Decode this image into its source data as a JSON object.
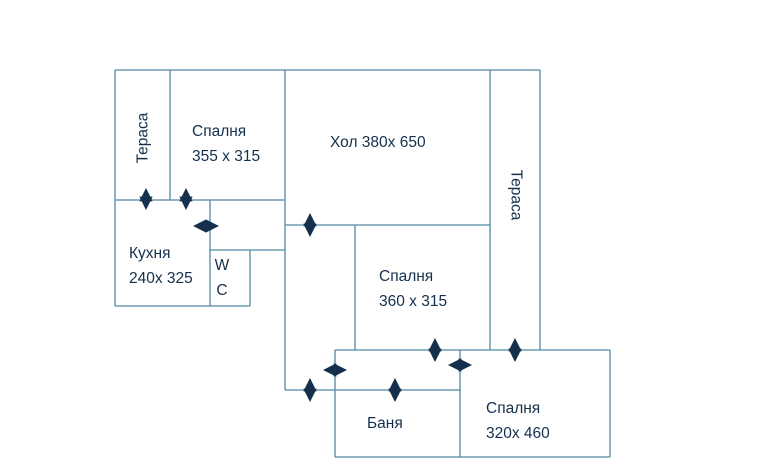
{
  "colors": {
    "wall": "#4f89a4",
    "ink": "#14304d",
    "bg": "#ffffff"
  },
  "icons": {
    "door-arrow": "↔"
  },
  "rooms": {
    "terrace_left": {
      "label": "Тераса"
    },
    "bedroom_top": {
      "name": "Спалня",
      "size": "355 x 315"
    },
    "hall": {
      "label": "Хол 380х 650"
    },
    "kitchen": {
      "name": "Кухня",
      "size": "240х 325"
    },
    "wc": {
      "line1": "W",
      "line2": "C"
    },
    "bedroom_mid": {
      "name": "Спалня",
      "size": "360 x 315"
    },
    "terrace_right": {
      "label": "Тераса"
    },
    "bath": {
      "label": "Баня"
    },
    "bedroom_bottom": {
      "name": "Спалня",
      "size": "320х 460"
    }
  }
}
